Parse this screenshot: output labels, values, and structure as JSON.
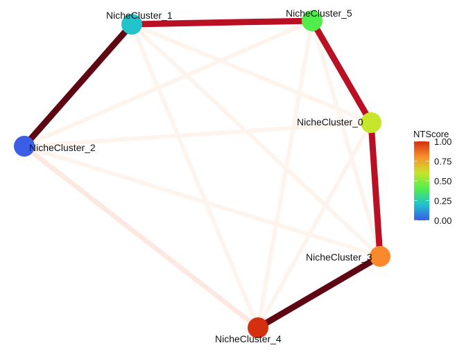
{
  "nodes": [
    {
      "id": "NicheCluster_0",
      "label": "NicheCluster_0",
      "score": 0.55,
      "color": "#C6E62C"
    },
    {
      "id": "NicheCluster_1",
      "label": "NicheCluster_1",
      "score": 0.25,
      "color": "#22C4CC"
    },
    {
      "id": "NicheCluster_2",
      "label": "NicheCluster_2",
      "score": 0.05,
      "color": "#3C5EE6"
    },
    {
      "id": "NicheCluster_3",
      "label": "NicheCluster_3",
      "score": 0.8,
      "color": "#F8892C"
    },
    {
      "id": "NicheCluster_4",
      "label": "NicheCluster_4",
      "score": 0.95,
      "color": "#D3300F"
    },
    {
      "id": "NicheCluster_5",
      "label": "NicheCluster_5",
      "score": 0.4,
      "color": "#50EE4C"
    }
  ],
  "edges": [
    {
      "from": "NicheCluster_1",
      "to": "NicheCluster_2",
      "color": "#5E0612",
      "weight": "strong"
    },
    {
      "from": "NicheCluster_1",
      "to": "NicheCluster_5",
      "color": "#BA1024",
      "weight": "strong"
    },
    {
      "from": "NicheCluster_5",
      "to": "NicheCluster_0",
      "color": "#BA1024",
      "weight": "strong"
    },
    {
      "from": "NicheCluster_0",
      "to": "NicheCluster_3",
      "color": "#BA1024",
      "weight": "strong"
    },
    {
      "from": "NicheCluster_3",
      "to": "NicheCluster_4",
      "color": "#5E0612",
      "weight": "strong"
    },
    {
      "from": "NicheCluster_2",
      "to": "NicheCluster_4",
      "color": "#FCE8E0",
      "weight": "weak"
    },
    {
      "from": "NicheCluster_1",
      "to": "NicheCluster_0",
      "color": "#FEF4EE",
      "weight": "faint"
    },
    {
      "from": "NicheCluster_1",
      "to": "NicheCluster_3",
      "color": "#FEF4EE",
      "weight": "faint"
    },
    {
      "from": "NicheCluster_1",
      "to": "NicheCluster_4",
      "color": "#FEF4EE",
      "weight": "faint"
    },
    {
      "from": "NicheCluster_2",
      "to": "NicheCluster_5",
      "color": "#FEF4EE",
      "weight": "faint"
    },
    {
      "from": "NicheCluster_2",
      "to": "NicheCluster_0",
      "color": "#FEF4EE",
      "weight": "faint"
    },
    {
      "from": "NicheCluster_2",
      "to": "NicheCluster_3",
      "color": "#FEF4EE",
      "weight": "faint"
    },
    {
      "from": "NicheCluster_5",
      "to": "NicheCluster_4",
      "color": "#FEF4EE",
      "weight": "faint"
    },
    {
      "from": "NicheCluster_5",
      "to": "NicheCluster_3",
      "color": "#FEF4EE",
      "weight": "faint"
    },
    {
      "from": "NicheCluster_0",
      "to": "NicheCluster_4",
      "color": "#FEF4EE",
      "weight": "faint"
    }
  ],
  "legend": {
    "title": "NTScore",
    "ticks": [
      "1.00",
      "0.75",
      "0.50",
      "0.25",
      "0.00"
    ],
    "tick_values": [
      1,
      0.75,
      0.5,
      0.25,
      0
    ],
    "gradient": [
      "#3A5CE8",
      "#21C2CE",
      "#4FEE4E",
      "#C8E42A",
      "#F8922C",
      "#D3300F"
    ]
  }
}
